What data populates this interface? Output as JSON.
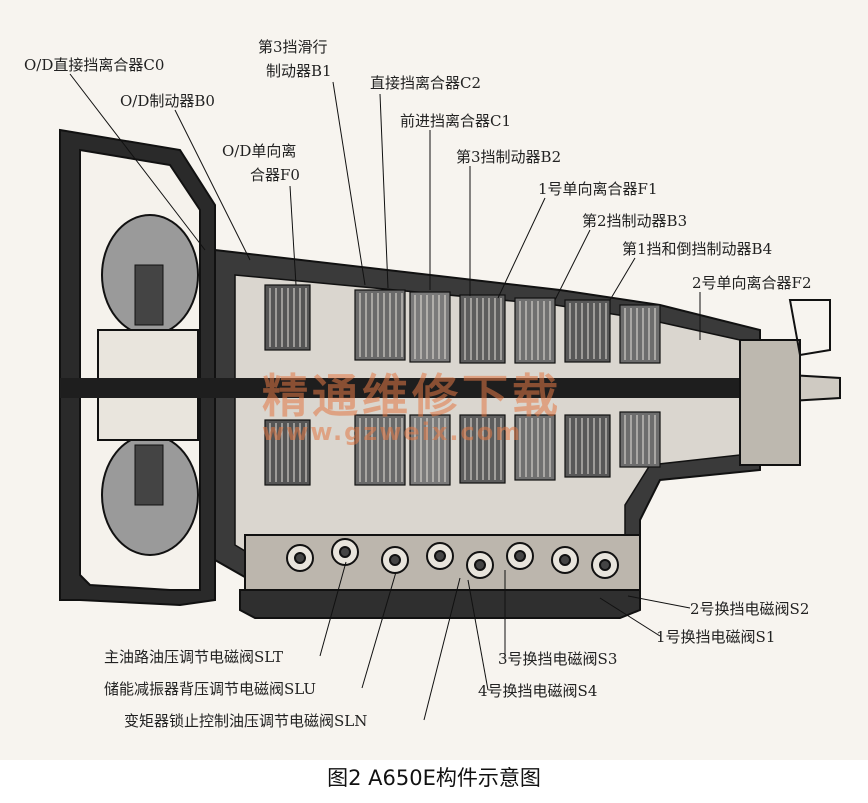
{
  "labels": {
    "c0": "O/D直接挡离合器C0",
    "b0": "O/D制动器B0",
    "f0_line1": "O/D单向离",
    "f0_line2": "合器F0",
    "b1_line1": "第3挡滑行",
    "b1_line2": "制动器B1",
    "c2": "直接挡离合器C2",
    "c1": "前进挡离合器C1",
    "b2": "第3挡制动器B2",
    "f1": "1号单向离合器F1",
    "b3": "第2挡制动器B3",
    "b4": "第1挡和倒挡制动器B4",
    "f2": "2号单向离合器F2",
    "s2": "2号换挡电磁阀S2",
    "s1": "1号换挡电磁阀S1",
    "s3": "3号换挡电磁阀S3",
    "s4": "4号换挡电磁阀S4",
    "slt": "主油路油压调节电磁阀SLT",
    "slu": "储能减振器背压调节电磁阀SLU",
    "sln": "变矩器锁止控制油压调节电磁阀SLN"
  },
  "watermark": {
    "cn": "精通维修下载",
    "url": "www.gzweix.com"
  },
  "caption": "图2 A650E构件示意图"
}
